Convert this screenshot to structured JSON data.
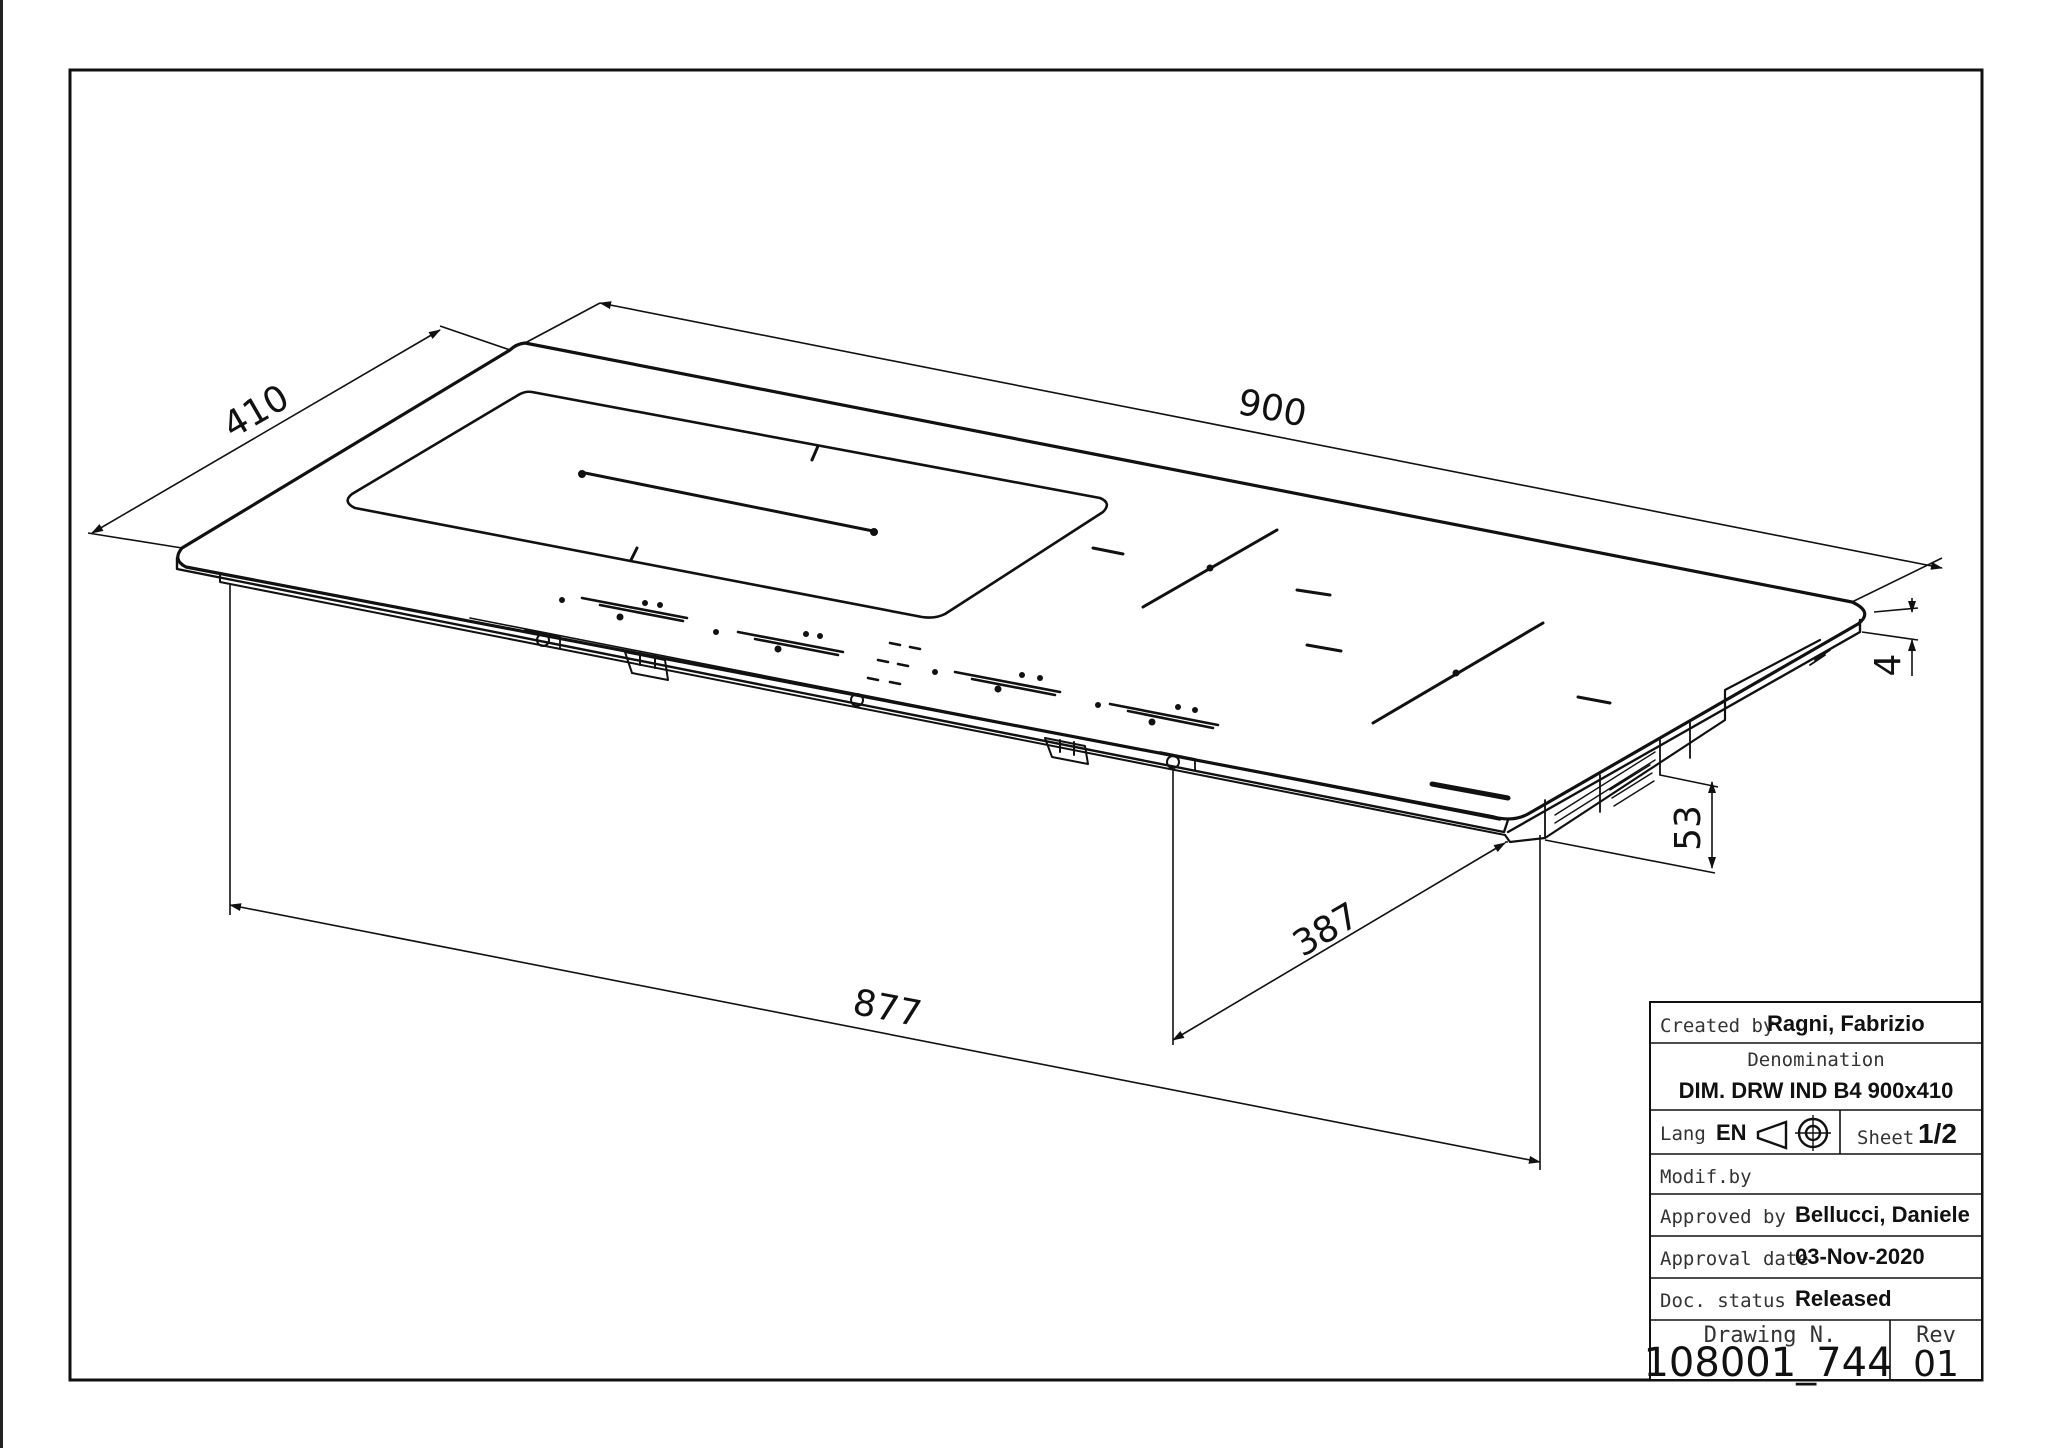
{
  "dimensions": {
    "length": "900",
    "depth": "410",
    "glass_thickness": "4",
    "body_height": "53",
    "cutout_length": "877",
    "cutout_depth": "387"
  },
  "title_block": {
    "created_by_label": "Created by",
    "created_by": "Ragni, Fabrizio",
    "denomination_label": "Denomination",
    "denomination": "DIM. DRW IND B4 900x410",
    "lang_label": "Lang",
    "lang": "EN",
    "sheet_label": "Sheet",
    "sheet": "1/2",
    "modif_by_label": "Modif.by",
    "modif_by": "",
    "approved_by_label": "Approved by",
    "approved_by": "Bellucci, Daniele",
    "approval_date_label": "Approval date",
    "approval_date": "03-Nov-2020",
    "doc_status_label": "Doc. status",
    "doc_status": "Released",
    "drawing_no_label": "Drawing N.",
    "drawing_no": "108001_744",
    "rev_label": "Rev",
    "rev": "01"
  },
  "colors": {
    "line": "#111111",
    "paper": "#ffffff"
  }
}
